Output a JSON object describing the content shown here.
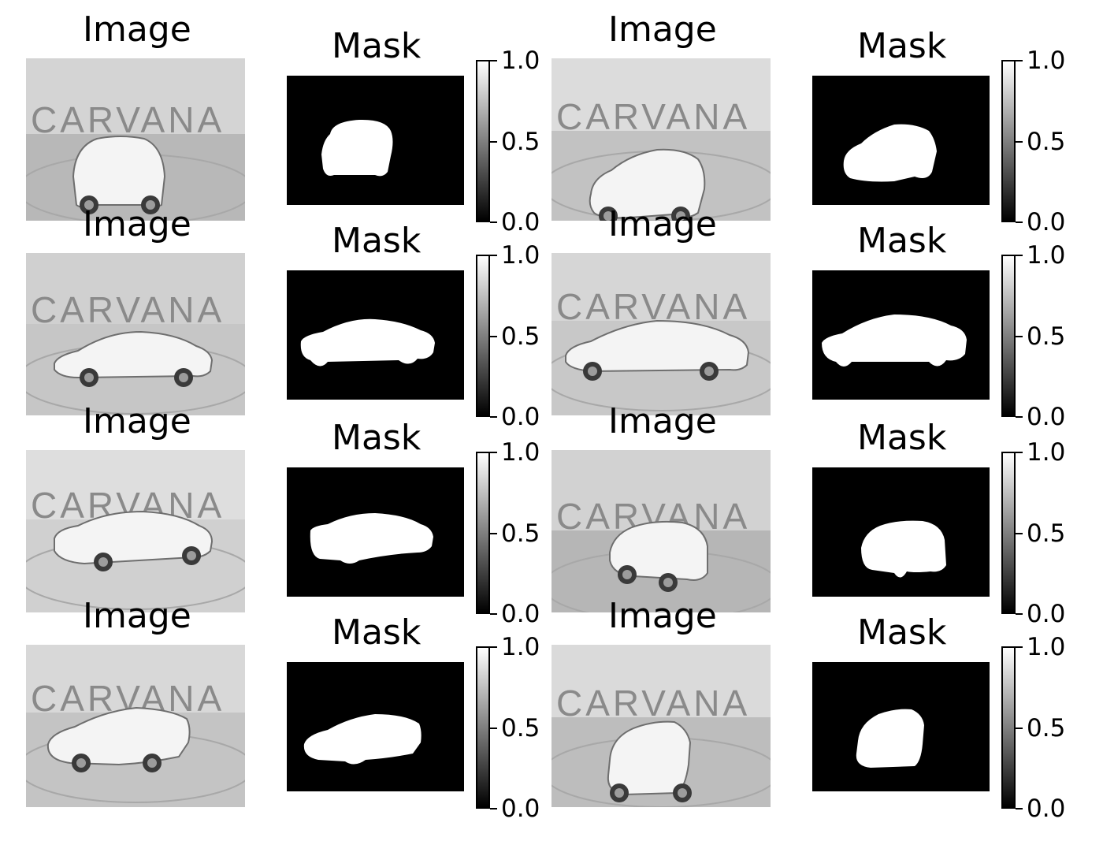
{
  "figure": {
    "image_title": "Image",
    "mask_title": "Mask",
    "colorbar_ticks": [
      "1.0",
      "0.5",
      "0.0"
    ],
    "photo_watermark": "CARVANA",
    "panels": [
      {
        "row": 0,
        "col": 0,
        "car": "hatch-rear",
        "mask": "hatch-rear"
      },
      {
        "row": 0,
        "col": 1,
        "car": "sedan-front",
        "mask": "sedan-front"
      },
      {
        "row": 1,
        "col": 0,
        "car": "coupe-side",
        "mask": "coupe-side"
      },
      {
        "row": 1,
        "col": 1,
        "car": "sedan-side",
        "mask": "sedan-side"
      },
      {
        "row": 2,
        "col": 0,
        "car": "sedan-rear-side",
        "mask": "sedan-rear-side"
      },
      {
        "row": 2,
        "col": 1,
        "car": "hatch-rear-side",
        "mask": "hatch-rear-side"
      },
      {
        "row": 3,
        "col": 0,
        "car": "coupe-front",
        "mask": "coupe-front"
      },
      {
        "row": 3,
        "col": 1,
        "car": "hatch-front",
        "mask": "hatch-front"
      }
    ]
  }
}
